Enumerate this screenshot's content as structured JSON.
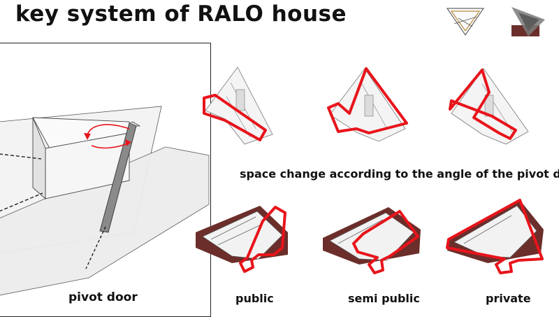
{
  "title": "key system of RALO house",
  "subtitle": "space change according to the angle of the pivot door",
  "captions": {
    "pivot": "pivot door",
    "public": "public",
    "semi": "semi public",
    "private": "private"
  },
  "colors": {
    "highlight": "#e8141b",
    "brick": "#6b2e2a",
    "wall": "#f2f2f2",
    "line": "#333333"
  }
}
